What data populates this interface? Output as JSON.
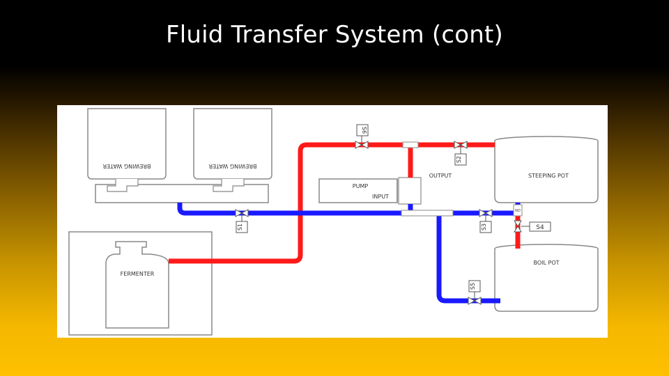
{
  "slide": {
    "title": "Fluid Transfer System (cont)"
  },
  "colors": {
    "hot_pipe": "#ff1a1a",
    "cold_pipe": "#1a1aff",
    "outline": "#777777",
    "background_top": "#000000",
    "background_bottom": "#ffc000"
  },
  "diagram": {
    "tanks": {
      "brewing_water_1": "BREWING WATER",
      "brewing_water_2": "BREWING WATER",
      "fermenter": "FERMENTER",
      "steeping_pot": "STEEPING POT",
      "boil_pot": "BOIL POT"
    },
    "pump": {
      "label": "PUMP",
      "output": "OUTPUT",
      "input": "INPUT"
    },
    "valves": {
      "s1": "S1",
      "s2": "S2",
      "s3": "S3",
      "s4": "S4",
      "s5": "S5",
      "s6": "S6",
      "heat_switch": "NO"
    }
  }
}
